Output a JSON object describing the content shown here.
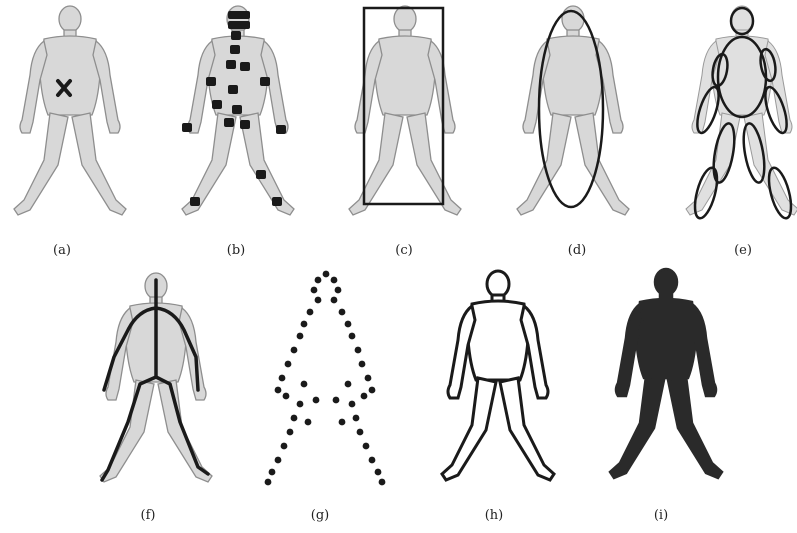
{
  "figure": {
    "panels": [
      {
        "label": "(a)",
        "representation": "centroid-marker"
      },
      {
        "label": "(b)",
        "representation": "joint-points"
      },
      {
        "label": "(c)",
        "representation": "bounding-rectangle"
      },
      {
        "label": "(d)",
        "representation": "bounding-ellipse"
      },
      {
        "label": "(e)",
        "representation": "body-part-ellipses"
      },
      {
        "label": "(f)",
        "representation": "skeleton"
      },
      {
        "label": "(g)",
        "representation": "contour-points"
      },
      {
        "label": "(h)",
        "representation": "contour-outline"
      },
      {
        "label": "(i)",
        "representation": "silhouette"
      }
    ],
    "colors": {
      "figure_gray": "#d6d6d6",
      "figure_stroke": "#8c8c8c",
      "overlay": "#1a1a1a",
      "silhouette": "#2a2a2a"
    }
  }
}
